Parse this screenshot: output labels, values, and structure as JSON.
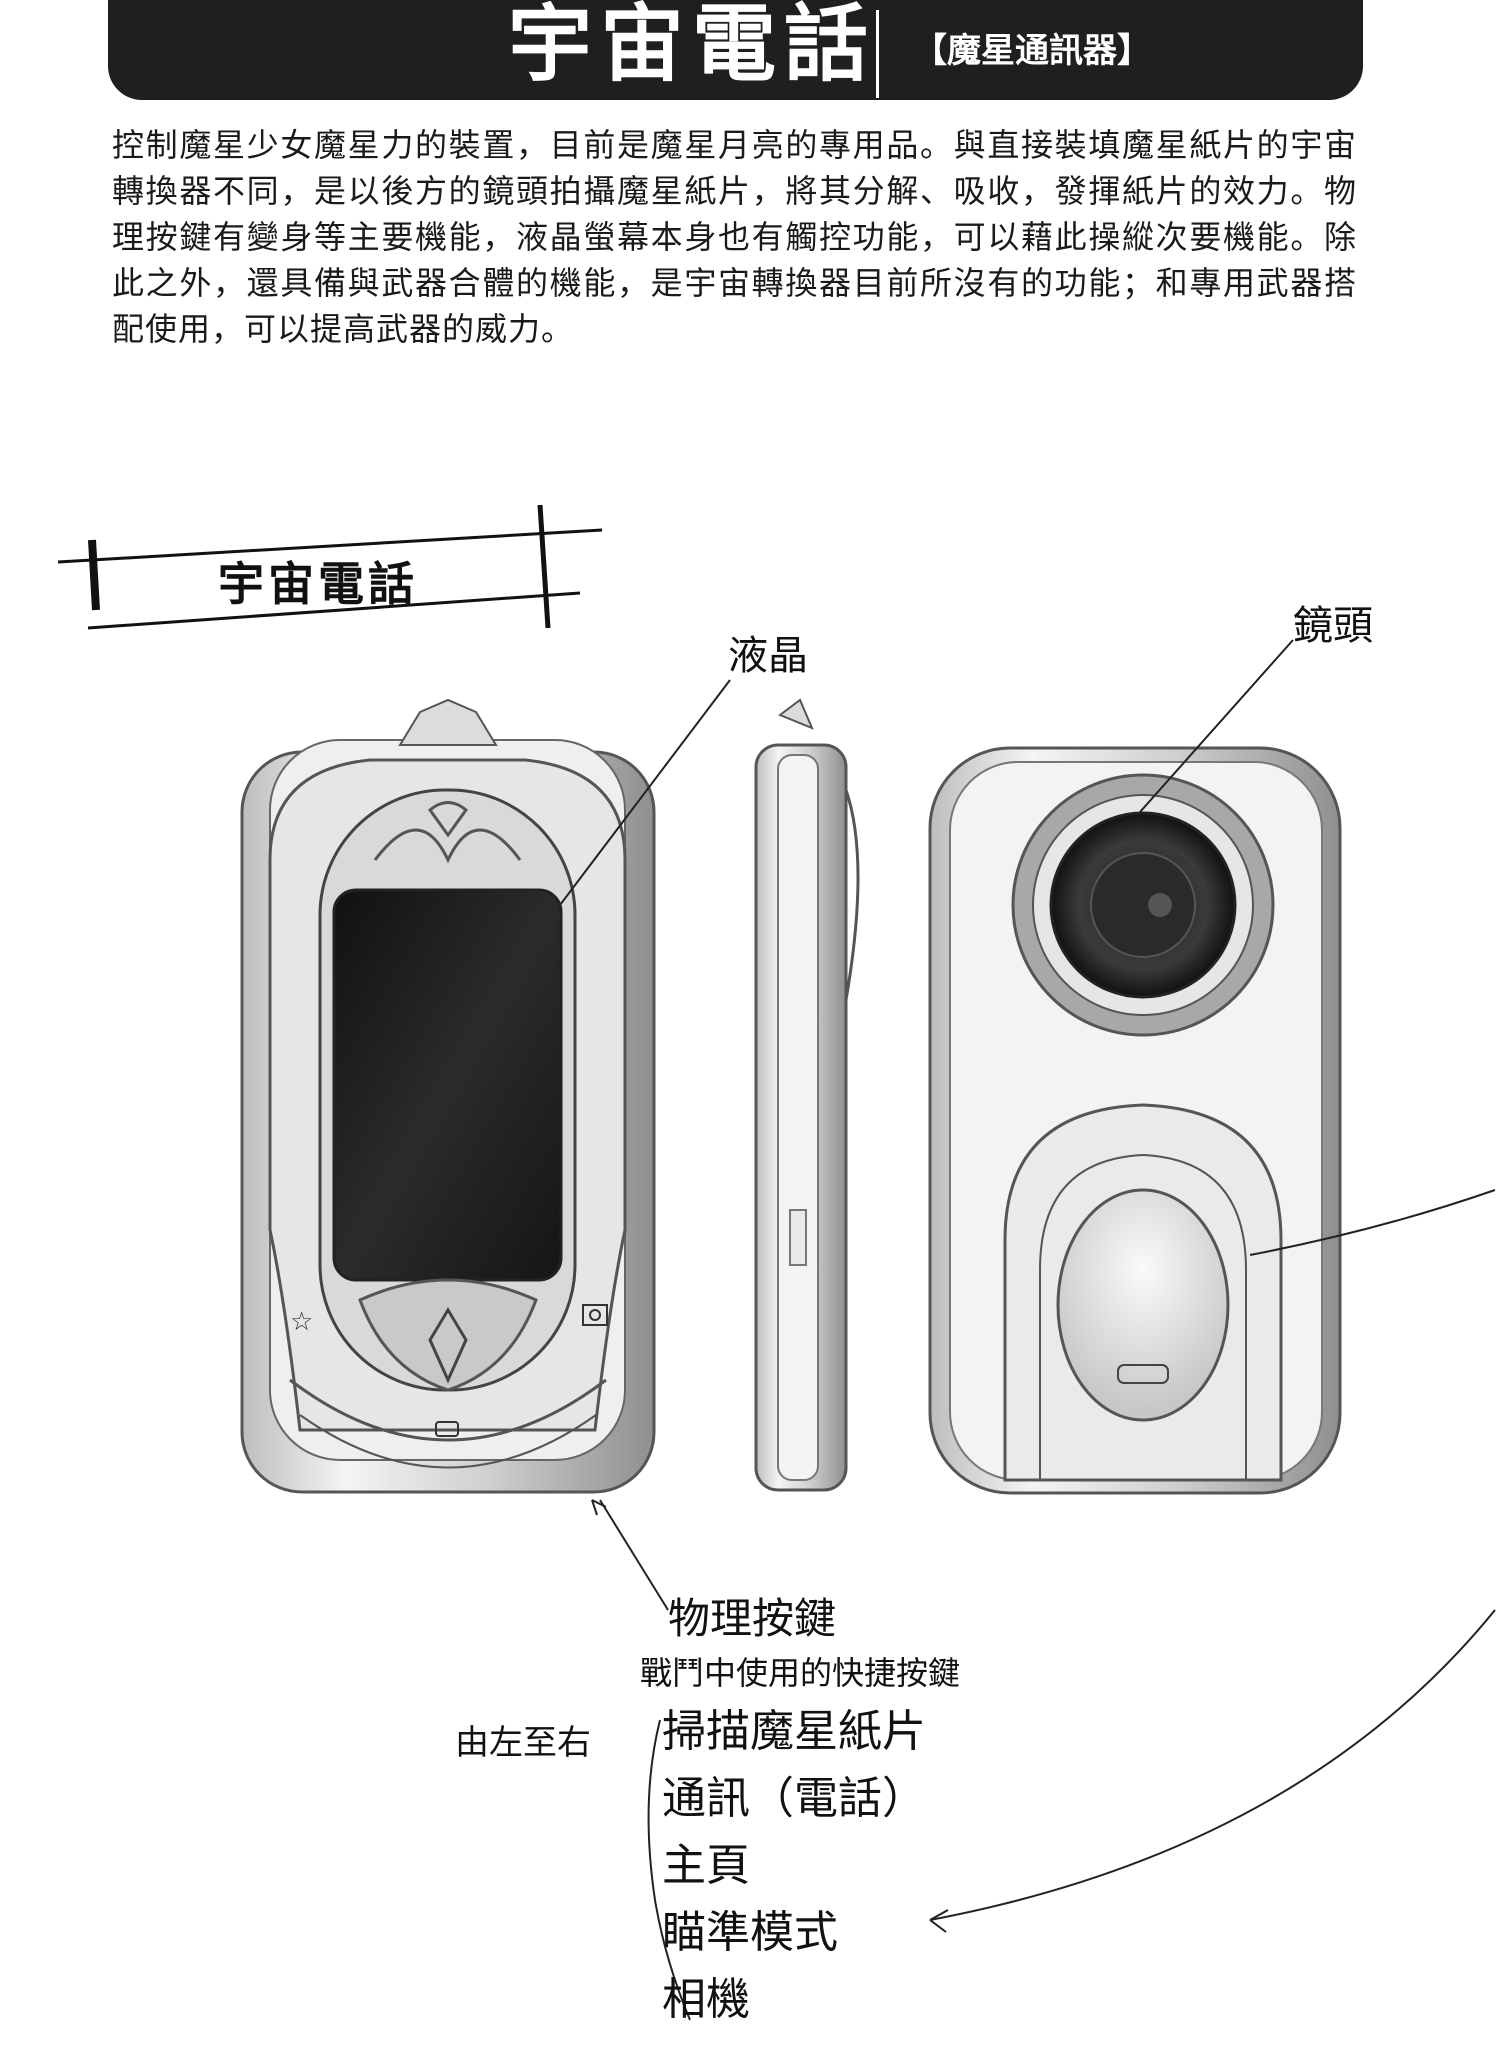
{
  "banner": {
    "title": "宇宙電話",
    "subtitle": "【魔星通訊器】"
  },
  "description": "控制魔星少女魔星力的裝置，目前是魔星月亮的專用品。與直接裝填魔星紙片的宇宙轉換器不同，是以後方的鏡頭拍攝魔星紙片，將其分解、吸收，發揮紙片的效力。物理按鍵有變身等主要機能，液晶螢幕本身也有觸控功能，可以藉此操縱次要機能。除此之外，還具備與武器合體的機能，是宇宙轉換器目前所沒有的功能；和專用武器搭配使用，可以提高武器的威力。",
  "sketch": {
    "title": "宇宙電話",
    "label_lcd": "液晶",
    "label_lens": "鏡頭",
    "label_buttons": "物理按鍵",
    "label_shortcut": "戰鬥中使用的快捷按鍵",
    "label_order": "由左至右",
    "shortcut_items": [
      "掃描魔星紙片",
      "通訊（電話）",
      "主頁",
      "瞄準模式",
      "相機"
    ]
  },
  "colors": {
    "banner_bg": "#1f1f1f",
    "screen": "#1b1b1b",
    "line": "#333333"
  }
}
